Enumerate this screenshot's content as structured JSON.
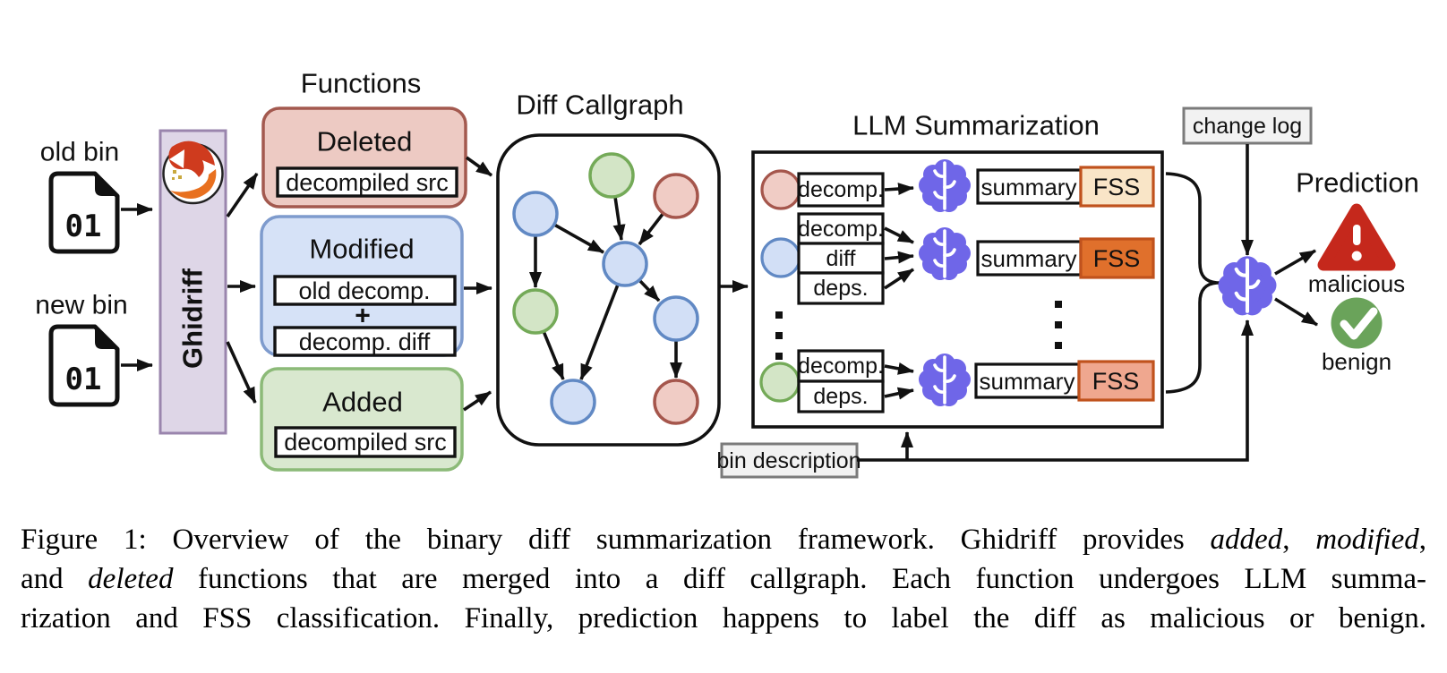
{
  "titles": {
    "functions": "Functions",
    "diff_callgraph": "Diff Callgraph",
    "llm_summarization": "LLM Summarization",
    "prediction": "Prediction"
  },
  "inputs": {
    "old_bin_label": "old bin",
    "new_bin_label": "new bin",
    "binary_file_text": "01",
    "ghidriff_label": "Ghidriff"
  },
  "function_groups": {
    "deleted": {
      "title": "Deleted",
      "box1": "decompiled src"
    },
    "modified": {
      "title": "Modified",
      "box1": "old decomp.",
      "plus": "+",
      "box2": "decomp. diff"
    },
    "added": {
      "title": "Added",
      "box1": "decompiled src"
    }
  },
  "llm_rows": {
    "row1": {
      "inputs": [
        "decomp."
      ],
      "summary": "summary",
      "fss": "FSS"
    },
    "row2": {
      "inputs": [
        "decomp.",
        "diff",
        "deps."
      ],
      "summary": "summary",
      "fss": "FSS"
    },
    "row3": {
      "inputs": [
        "decomp.",
        "deps."
      ],
      "summary": "summary",
      "fss": "FSS"
    }
  },
  "annotations": {
    "change_log": "change log",
    "bin_description": "bin description"
  },
  "prediction": {
    "malicious_label": "malicious",
    "benign_label": "benign"
  },
  "colors": {
    "deleted_fill": "#edcac3",
    "deleted_stroke": "#a3594f",
    "modified_fill": "#d6e2f7",
    "modified_stroke": "#7e9bcd",
    "added_fill": "#d9e8cf",
    "added_stroke": "#8cba78",
    "node_red_fill": "#f0ccc5",
    "node_red_stroke": "#a5564c",
    "node_blue_fill": "#d2dff6",
    "node_blue_stroke": "#6189c4",
    "node_green_fill": "#d3e5c6",
    "node_green_stroke": "#74aa58",
    "ghidriff_fill": "#ded6e7",
    "ghidriff_stroke": "#9a85ad",
    "brain": "#6f66e8",
    "fss_stroke": "#c0521d",
    "fss_fill_1": "#f9e5c7",
    "fss_fill_2": "#e0702c",
    "fss_fill_3": "#efa78f",
    "gray_box_fill": "#f2f2f2",
    "gray_box_stroke": "#7b7b7b",
    "malicious_icon": "#c5281c",
    "malicious_text": "#f04338",
    "benign_icon": "#6aa35a",
    "benign_text": "#42ca42"
  },
  "caption": {
    "line1": {
      "t1": "Figure 1: Overview of the binary diff summarization framework. Ghidriff provides ",
      "i1": "added",
      "t2": ", ",
      "i2": "modified",
      "t3": ","
    },
    "line2": {
      "t1": "and ",
      "i1": "deleted",
      "t2": " functions that are merged into a diff callgraph. Each function undergoes LLM summa-"
    },
    "line3": {
      "t1": "rization and FSS classification. Finally, prediction happens to label the diff as malicious or benign."
    }
  }
}
